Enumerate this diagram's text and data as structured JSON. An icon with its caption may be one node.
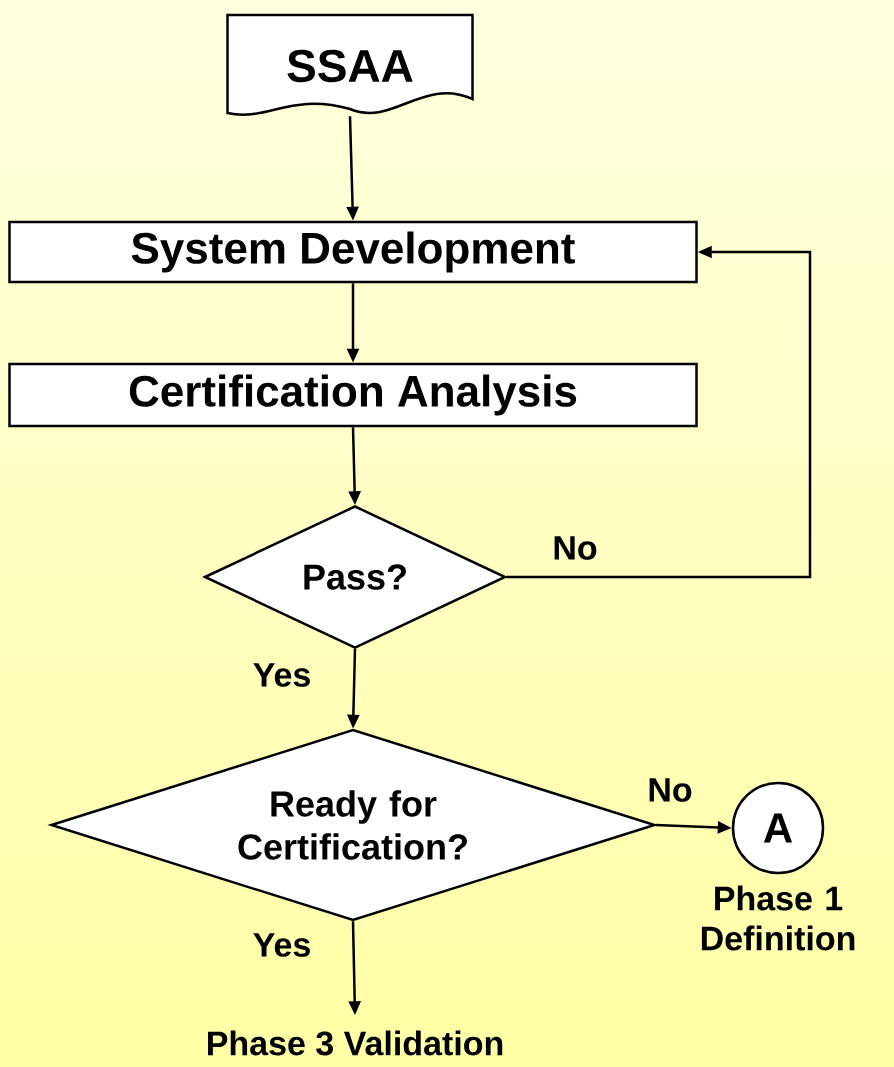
{
  "diagram": {
    "nodes": [
      {
        "text": [
          "SSAA"
        ]
      },
      {
        "text": [
          "System Development"
        ]
      },
      {
        "text": [
          "Certification Analysis"
        ]
      },
      {
        "text": [
          "Pass?"
        ]
      },
      {
        "text": [
          "Ready for Certification?"
        ]
      },
      {
        "text": [
          "A"
        ],
        "beside": [
          "Phase 1 Definition"
        ]
      },
      {
        "text": [
          "Phase 3 Validation"
        ]
      }
    ],
    "edges": [
      {
        "from": 0,
        "to": 1,
        "arrow": "to"
      },
      {
        "from": 1,
        "to": 2,
        "arrow": "to"
      },
      {
        "from": 2,
        "to": 3,
        "arrow": "to"
      },
      {
        "from": 3,
        "to": 1,
        "arrow": "to",
        "label": "No"
      },
      {
        "from": 3,
        "to": 4,
        "arrow": "to",
        "label": "Yes"
      },
      {
        "from": 4,
        "to": 5,
        "arrow": "to",
        "label": "No"
      },
      {
        "from": 4,
        "to": 6,
        "arrow": "to",
        "label": "Yes"
      }
    ]
  }
}
